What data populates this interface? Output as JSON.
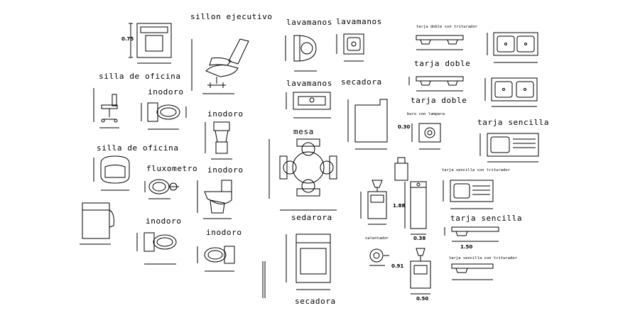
{
  "labels": {
    "sillon_ejecutivo": "sillon ejecutivo",
    "silla_oficina_1": "silla de oficina",
    "silla_oficina_2": "silla de oficina",
    "inodoro_1": "inodoro",
    "inodoro_2": "inodoro",
    "inodoro_3": "inodoro",
    "inodoro_4": "inodoro",
    "inodoro_5": "inodoro",
    "fluxometro": "fluxometro",
    "lavamanos_1": "lavamanos",
    "lavamanos_2": "lavamanos",
    "lavamanos_3": "lavamanos",
    "secadora_1": "secadora",
    "secadora_2": "secadora",
    "mesa": "mesa",
    "sedarora": "sedarora",
    "tarja_doble_triturador": "tarja doble con triturador",
    "tarja_doble_1": "tarja doble",
    "tarja_doble_2": "tarja doble",
    "buro_lampara": "buro con lampara",
    "tarja_sencilla_1": "tarja sencilla",
    "tarja_sencilla_triturador_1": "tarja sencilla con triturador",
    "tarja_sencilla_2": "tarja sencilla",
    "tarja_sencilla_triturador_2": "tarja sencilla con triturador",
    "calentador": "calentador"
  },
  "dimensions": {
    "d_075": "0.75",
    "d_150": "1.50",
    "d_050": "0.50",
    "d_030": "0.30",
    "d_091": "0.91",
    "d_038": "0.38",
    "d_188": "1.88"
  },
  "colors": {
    "line": "#000000",
    "background": "#ffffff"
  }
}
